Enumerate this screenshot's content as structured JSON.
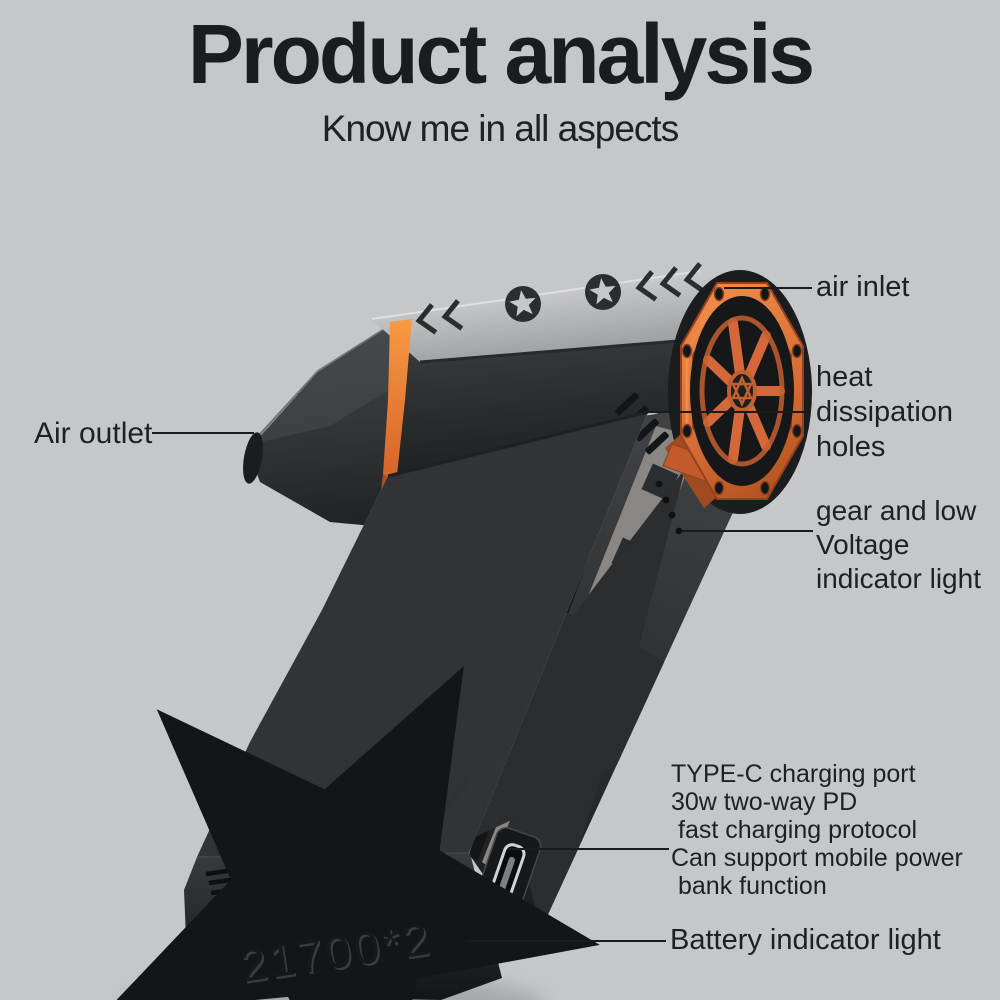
{
  "header": {
    "title": "Product analysis",
    "subtitle": "Know me in all aspects"
  },
  "callouts": {
    "air_inlet": {
      "label": "air inlet"
    },
    "heat_dissipation": {
      "lines": [
        "heat",
        "dissipation",
        "holes"
      ]
    },
    "air_outlet": {
      "label": "Air outlet"
    },
    "gear_low_voltage": {
      "lines": [
        "gear and low",
        "Voltage",
        "indicator light"
      ]
    },
    "type_c": {
      "lines": [
        "TYPE-C charging port",
        "30w two-way PD",
        "fast charging protocol",
        "Can support mobile power",
        "bank function"
      ]
    },
    "battery": {
      "label": "Battery indicator light"
    }
  },
  "device": {
    "engraving": "21700*2"
  },
  "colors": {
    "background": "#c6c7c9",
    "text": "#1b1c1e",
    "body_dark": "#2c2e30",
    "body_silver": "#b9babc",
    "fan_orange": "#dd7038",
    "stripe_orange": "#f4923e"
  }
}
